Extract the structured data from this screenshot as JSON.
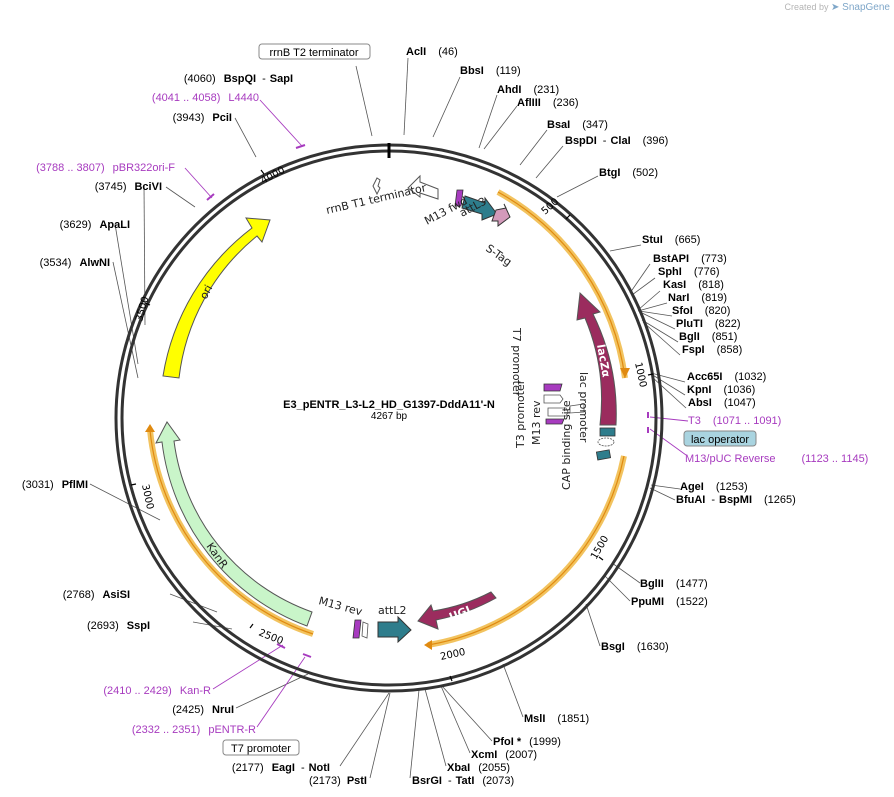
{
  "credit": {
    "prefix": "Created by",
    "brand": "SnapGene"
  },
  "plasmid": {
    "name": "E3_pENTR_L3-L2_HD_G1397-DddA11'-N",
    "length": "4267 bp"
  },
  "ticks": [
    "500",
    "1000",
    "1500",
    "2000",
    "2500",
    "3000",
    "3500",
    "4000"
  ],
  "features": {
    "rrnB_T1": "rrnB T1 terminator",
    "rrnB_T2": "rrnB T2 terminator",
    "attL3": "attL3",
    "m13fwd": "M13 fwd",
    "stag": "S-Tag",
    "lacZa": "lacZα",
    "t7promoter": "T7 promoter",
    "t3promoter": "T3 promoter",
    "m13rev": "M13 rev",
    "lacpromoter": "lac promoter",
    "capsite": "CAP binding site",
    "ugi": "UGI",
    "m13rev2": "M13 rev",
    "attL2": "attL2",
    "kanr": "KanR",
    "ori": "ori",
    "t7promoter2": "T7 promoter",
    "lacoperator": "lac operator"
  },
  "sites": {
    "acli": {
      "name": "AclI",
      "pos": "(46)"
    },
    "bbsi": {
      "name": "BbsI",
      "pos": "(119)"
    },
    "ahdi": {
      "name": "AhdI",
      "pos": "(231)"
    },
    "aflii": {
      "name": "AflIII",
      "pos": "(236)"
    },
    "bsai": {
      "name": "BsaI",
      "pos": "(347)"
    },
    "bspdi": {
      "name": "BspDI",
      "sep": "-",
      "name2": "ClaI",
      "pos": "(396)"
    },
    "btgi": {
      "name": "BtgI",
      "pos": "(502)"
    },
    "stui": {
      "name": "StuI",
      "pos": "(665)"
    },
    "bstapi": {
      "name": "BstAPI",
      "pos": "(773)"
    },
    "sphi": {
      "name": "SphI",
      "pos": "(776)"
    },
    "kasi": {
      "name": "KasI",
      "pos": "(818)"
    },
    "nari": {
      "name": "NarI",
      "pos": "(819)"
    },
    "sfoi": {
      "name": "SfoI",
      "pos": "(820)"
    },
    "pluti": {
      "name": "PluTI",
      "pos": "(822)"
    },
    "bgli": {
      "name": "BglI",
      "pos": "(851)"
    },
    "fspi": {
      "name": "FspI",
      "pos": "(858)"
    },
    "acc65i": {
      "name": "Acc65I",
      "pos": "(1032)"
    },
    "kpni": {
      "name": "KpnI",
      "pos": "(1036)"
    },
    "absi": {
      "name": "AbsI",
      "pos": "(1047)"
    },
    "t3": {
      "name": "T3",
      "pos": "(1071 .. 1091)"
    },
    "m13puc": {
      "name": "M13/pUC Reverse",
      "pos": "(1123 .. 1145)"
    },
    "agei": {
      "name": "AgeI",
      "pos": "(1253)"
    },
    "bfuai": {
      "name": "BfuAI",
      "sep": "-",
      "name2": "BspMI",
      "pos": "(1265)"
    },
    "bglii": {
      "name": "BglII",
      "pos": "(1477)"
    },
    "ppumi": {
      "name": "PpuMI",
      "pos": "(1522)"
    },
    "bsgi": {
      "name": "BsgI",
      "pos": "(1630)"
    },
    "msli": {
      "name": "MslI",
      "pos": "(1851)"
    },
    "pfoi": {
      "name": "PfoI *",
      "pos": "(1999)"
    },
    "xcmi": {
      "name": "XcmI",
      "pos": "(2007)"
    },
    "xbai": {
      "name": "XbaI",
      "pos": "(2055)"
    },
    "bsrgi": {
      "name": "BsrGI",
      "sep": "-",
      "name2": "TatI",
      "pos": "(2073)"
    },
    "psti": {
      "name": "PstI",
      "pos": "(2173)"
    },
    "eagi": {
      "name": "EagI",
      "sep": "-",
      "name2": "NotI",
      "pos": "(2177)"
    },
    "pentr": {
      "name": "pENTR-R",
      "pos": "(2332 .. 2351)"
    },
    "nrui": {
      "name": "NruI",
      "pos": "(2425)"
    },
    "kanr_primer": {
      "name": "Kan-R",
      "pos": "(2410 .. 2429)"
    },
    "sspi": {
      "name": "SspI",
      "pos": "(2693)"
    },
    "asisi": {
      "name": "AsiSI",
      "pos": "(2768)"
    },
    "pflmi": {
      "name": "PflMI",
      "pos": "(3031)"
    },
    "alwni": {
      "name": "AlwNI",
      "pos": "(3534)"
    },
    "apali": {
      "name": "ApaLI",
      "pos": "(3629)"
    },
    "bcivi": {
      "name": "BciVI",
      "pos": "(3745)"
    },
    "pbr322": {
      "name": "pBR322ori-F",
      "pos": "(3788 .. 3807)"
    },
    "pcii": {
      "name": "PciI",
      "pos": "(3943)"
    },
    "l4440": {
      "name": "L4440",
      "pos": "(4041 .. 4058)"
    },
    "bspqi": {
      "name": "BspQI",
      "sep": "-",
      "name2": "SapI",
      "pos": "(4060)"
    }
  },
  "colors": {
    "backbone": "#333333",
    "orf_yellow": "#f5c542",
    "ori": "#ffff00",
    "kanr": "#c9f5c9",
    "lacza": "#9b2c5e",
    "attl": "#2e7d8c",
    "primer": "#a73bbf",
    "stag": "#d39aba"
  }
}
